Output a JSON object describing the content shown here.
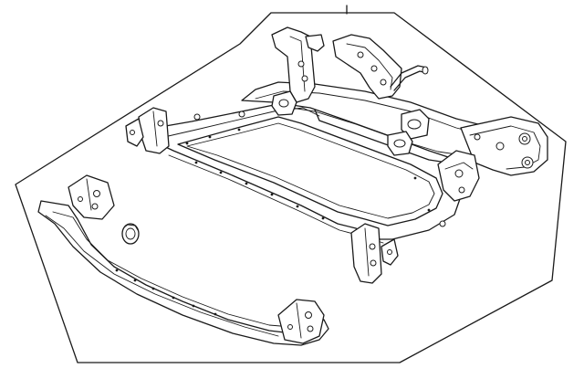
{
  "diagram": {
    "type": "exploded-parts-illustration",
    "colors": {
      "line": "#1a1a1a",
      "background": "#ffffff"
    },
    "parts": [
      {
        "name": "front-crossmember-subframe"
      },
      {
        "name": "rear-crossmember-brace"
      },
      {
        "name": "bushing"
      }
    ],
    "leader_lines": 1,
    "icons": [
      "boundary-frame",
      "leader-line"
    ]
  }
}
